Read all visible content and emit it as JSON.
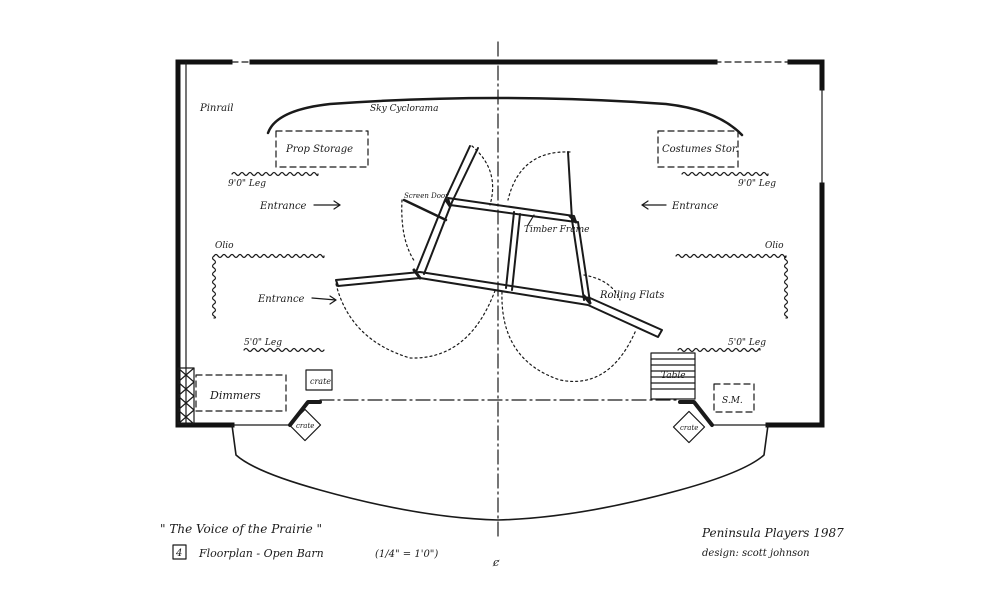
{
  "labels": {
    "pinrail": "Pinrail",
    "sky_cyclorama": "Sky Cyclorama",
    "prop_storage": "Prop Storage",
    "costumes": "Costumes Stor.",
    "leg_left_upper": "9'0\" Leg",
    "leg_right_upper": "9'0\" Leg",
    "entrance_left_upper": "Entrance",
    "entrance_right": "Entrance",
    "entrance_left_lower": "Entrance",
    "screen_door": "Screen Door",
    "timber_frame": "Timber Frame",
    "olio_left": "Olio",
    "olio_right": "Olio",
    "rolling_flats": "Rolling Flats",
    "leg_left_lower": "5'0\" Leg",
    "leg_right_lower": "5'0\" Leg",
    "crate_offstage": "crate",
    "crate_left_apron": "crate",
    "crate_right_apron": "crate",
    "table": "Table",
    "dimmers": "Dimmers",
    "sm": "S.M."
  },
  "title_block": {
    "show_title": "\" The Voice of the Prairie \"",
    "plate_number": "4",
    "plate_title": "Floorplan  -  Open Barn",
    "scale": "(1/4\" = 1'0\")",
    "company": "Peninsula Players 1987",
    "designer": "design: scott johnson",
    "centerline": "ȼ"
  }
}
